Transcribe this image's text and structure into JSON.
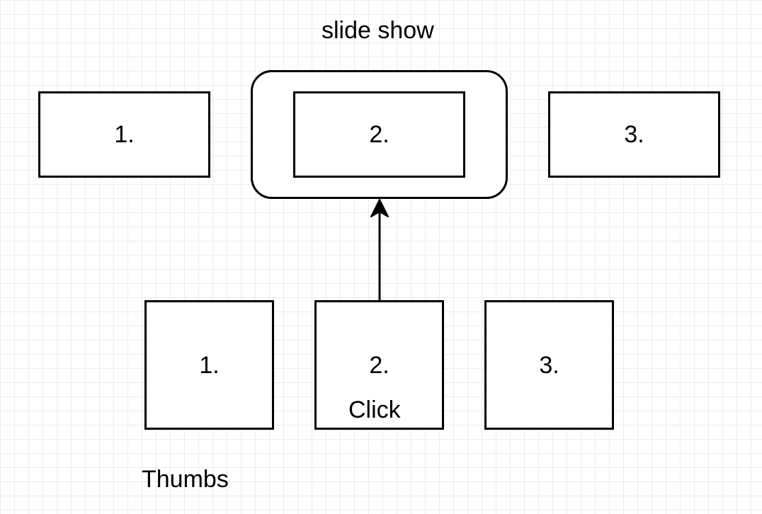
{
  "diagram": {
    "slideshow": {
      "title": "slide show",
      "slides": [
        "1.",
        "2.",
        "3."
      ]
    },
    "thumbs": {
      "title": "Thumbs",
      "items": [
        "1.",
        "2.",
        "3."
      ],
      "click_label": "Click"
    },
    "colors": {
      "stroke": "#000000",
      "fill": "#ffffff",
      "grid": "#ececec"
    }
  }
}
